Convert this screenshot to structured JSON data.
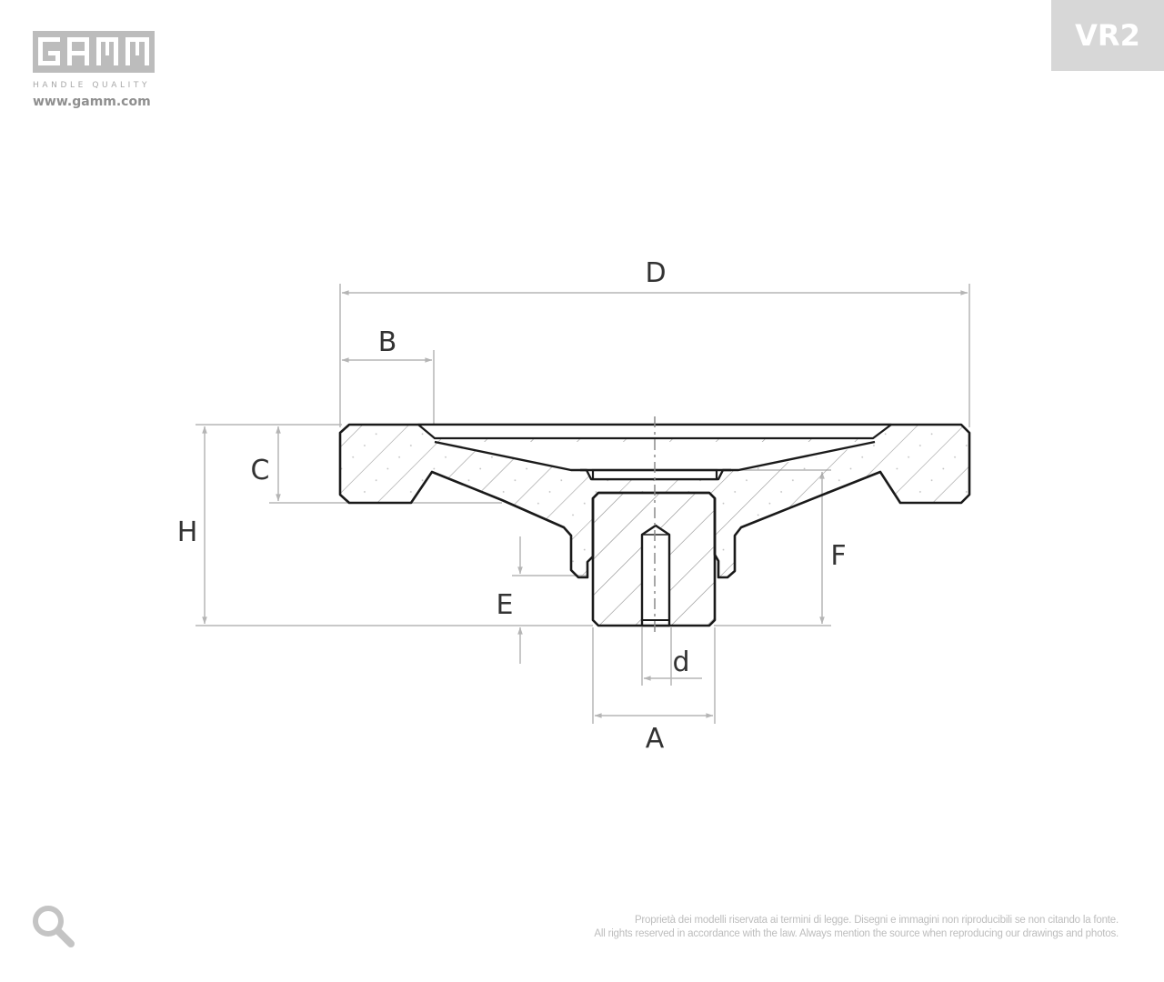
{
  "header": {
    "brand": "GAMM",
    "tagline": "HANDLE QUALITY",
    "website": "www.gamm.com",
    "product_code": "VR2"
  },
  "drawing": {
    "labels": {
      "D": "D",
      "B": "B",
      "C": "C",
      "H": "H",
      "F": "F",
      "E": "E",
      "d": "d",
      "A": "A"
    }
  },
  "footer": {
    "copyright_it": "Proprietà dei modelli riservata ai termini di legge. Disegni e immagini non riproducibili se non citando la fonte.",
    "copyright_en": "All rights reserved in accordance with the law. Always mention the source when reproducing our drawings and photos."
  },
  "colors": {
    "outline": "#1a1a1a",
    "dimension": "#b5b5b5",
    "hatch": "#9a9a9a",
    "badge_bg": "#d7d7d7",
    "logo": "#bcbcbc"
  },
  "icons": {
    "zoom": "magnifier-icon"
  }
}
